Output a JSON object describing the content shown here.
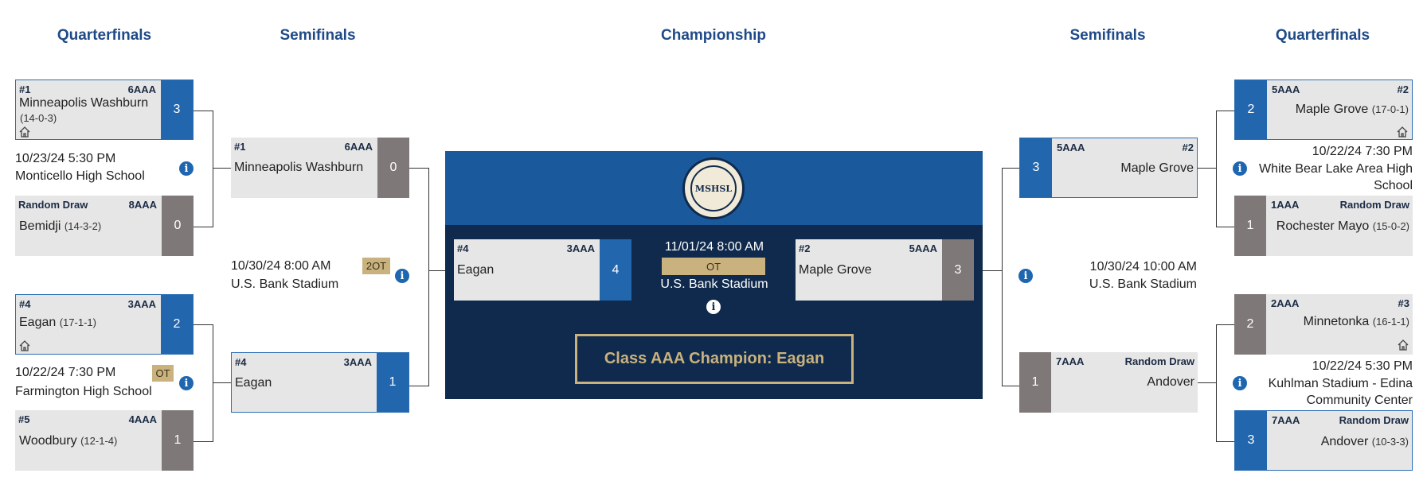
{
  "rounds": {
    "left_qf": "Quarterfinals",
    "left_sf": "Semifinals",
    "final": "Championship",
    "right_sf": "Semifinals",
    "right_qf": "Quarterfinals"
  },
  "left_qf1": {
    "top": {
      "seed": "#1",
      "cls": "6AAA",
      "team": "Minneapolis Washburn",
      "record": "(14-0-3)",
      "score": "3"
    },
    "date": "10/23/24 5:30 PM",
    "venue": "Monticello High School",
    "bottom": {
      "seed": "Random Draw",
      "cls": "8AAA",
      "team": "Bemidji",
      "record": "(14-3-2)",
      "score": "0"
    }
  },
  "left_qf2": {
    "top": {
      "seed": "#4",
      "cls": "3AAA",
      "team": "Eagan",
      "record": "(17-1-1)",
      "score": "2"
    },
    "date": "10/22/24 7:30 PM",
    "ot": "OT",
    "venue": "Farmington High School",
    "bottom": {
      "seed": "#5",
      "cls": "4AAA",
      "team": "Woodbury",
      "record": "(12-1-4)",
      "score": "1"
    }
  },
  "left_sf": {
    "top": {
      "seed": "#1",
      "cls": "6AAA",
      "team": "Minneapolis Washburn",
      "score": "0"
    },
    "date": "10/30/24 8:00 AM",
    "ot": "2OT",
    "venue": "U.S. Bank Stadium",
    "bottom": {
      "seed": "#4",
      "cls": "3AAA",
      "team": "Eagan",
      "score": "1"
    }
  },
  "final": {
    "left": {
      "seed": "#4",
      "cls": "3AAA",
      "team": "Eagan",
      "score": "4"
    },
    "right": {
      "seed": "#2",
      "cls": "5AAA",
      "team": "Maple Grove",
      "score": "3"
    },
    "date": "11/01/24 8:00 AM",
    "ot": "OT",
    "venue": "U.S. Bank Stadium",
    "champion": "Class AAA Champion: Eagan",
    "logo_text": "MSHSL"
  },
  "right_sf": {
    "top": {
      "cls": "5AAA",
      "seed": "#2",
      "team": "Maple Grove",
      "score": "3"
    },
    "date": "10/30/24 10:00 AM",
    "venue": "U.S. Bank Stadium",
    "bottom": {
      "cls": "7AAA",
      "seed": "Random Draw",
      "team": "Andover",
      "score": "1"
    }
  },
  "right_qf1": {
    "top": {
      "cls": "5AAA",
      "seed": "#2",
      "team": "Maple Grove",
      "record": "(17-0-1)",
      "score": "2"
    },
    "date": "10/22/24 7:30 PM",
    "venue": "White Bear Lake Area High School",
    "bottom": {
      "cls": "1AAA",
      "seed": "Random Draw",
      "team": "Rochester Mayo",
      "record": "(15-0-2)",
      "score": "1"
    }
  },
  "right_qf2": {
    "top": {
      "cls": "2AAA",
      "seed": "#3",
      "team": "Minnetonka",
      "record": "(16-1-1)",
      "score": "2"
    },
    "date": "10/22/24 5:30 PM",
    "venue": "Kuhlman Stadium - Edina Community Center",
    "bottom": {
      "cls": "7AAA",
      "seed": "Random Draw",
      "team": "Andover",
      "record": "(10-3-3)",
      "score": "3"
    }
  },
  "info_glyph": "i",
  "colors": {
    "title": "#1f4a87",
    "win": "#2266ae",
    "loss": "#7f7878",
    "card": "#e6e6e6",
    "ot": "#c9b27e",
    "final_dark": "#0f2a4c",
    "final_band": "#1a5a9c",
    "gold": "#c9b27e"
  }
}
